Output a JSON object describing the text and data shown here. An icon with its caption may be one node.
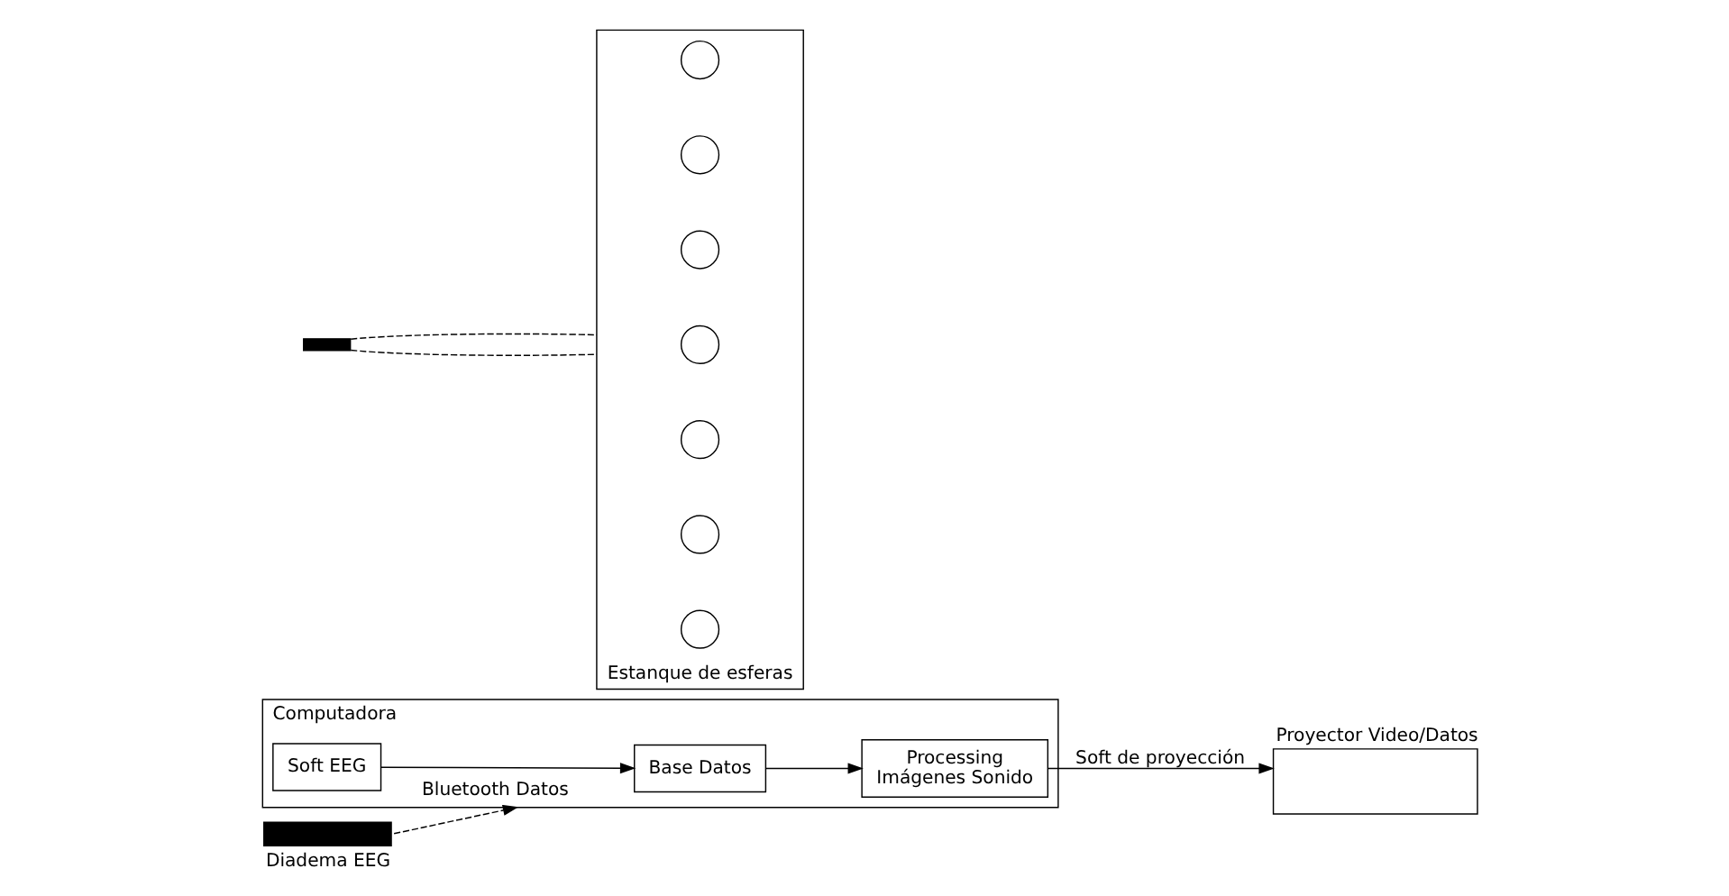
{
  "diagram": {
    "nodes": [
      {
        "text": [
          "Computadora"
        ]
      },
      {
        "text": [
          "Soft EEG"
        ],
        "in": 0
      },
      {
        "text": [
          "Base Datos"
        ],
        "in": 0
      },
      {
        "text": [
          "Processing",
          "Imágenes Sonido"
        ],
        "in": 0
      },
      {
        "text": [
          "Proyector Video/Datos"
        ]
      },
      {
        "text": [],
        "shape": "bar"
      },
      {
        "text": [
          "Estanque de esferas"
        ]
      },
      {
        "text": [],
        "shape": "circle",
        "in": 6
      },
      {
        "text": [],
        "shape": "circle",
        "in": 6
      },
      {
        "text": [],
        "shape": "circle",
        "in": 6
      },
      {
        "text": [],
        "shape": "circle",
        "in": 6
      },
      {
        "text": [],
        "shape": "circle",
        "in": 6
      },
      {
        "text": [],
        "shape": "circle",
        "in": 6
      },
      {
        "text": [],
        "shape": "circle",
        "in": 6
      },
      {
        "text": [
          "Diadema EEG"
        ]
      }
    ],
    "edges": [
      {
        "from": 1,
        "to": 2,
        "arrow": "to"
      },
      {
        "from": 2,
        "to": 3,
        "arrow": "to"
      },
      {
        "from": 3,
        "to": 4,
        "arrow": "to",
        "label": "Soft de proyección"
      },
      {
        "from": 5,
        "to": 6,
        "arrow": "none",
        "style": "dashed"
      },
      {
        "from": 5,
        "to": 6,
        "arrow": "none",
        "style": "dashed"
      },
      {
        "from": 14,
        "to": 0,
        "arrow": "to",
        "style": "dashed",
        "label": "Bluetooth Datos"
      }
    ]
  }
}
